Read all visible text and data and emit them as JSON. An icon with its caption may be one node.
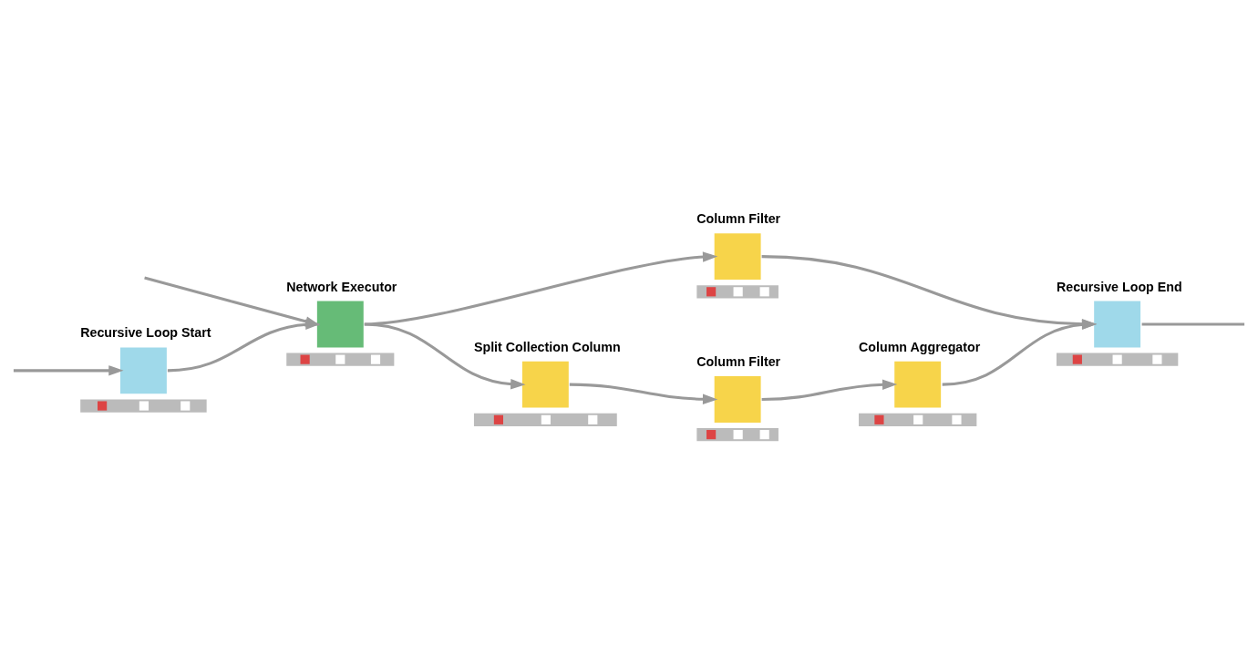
{
  "diagram": {
    "nodes": [
      {
        "text": [
          "Recursive Loop Start"
        ]
      },
      {
        "text": [
          "Network Executor"
        ]
      },
      {
        "text": [
          "Column Filter"
        ]
      },
      {
        "text": [
          "Split Collection Column"
        ]
      },
      {
        "text": [
          "Column Filter"
        ]
      },
      {
        "text": [
          "Column Aggregator"
        ]
      },
      {
        "text": [
          "Recursive Loop End"
        ]
      }
    ],
    "edges": [
      {
        "from": null,
        "to": 0,
        "arrow": "to"
      },
      {
        "from": null,
        "to": 1,
        "arrow": "to"
      },
      {
        "from": 0,
        "to": 1,
        "arrow": "to"
      },
      {
        "from": 1,
        "to": 2,
        "arrow": "to"
      },
      {
        "from": 1,
        "to": 3,
        "arrow": "to"
      },
      {
        "from": 3,
        "to": 4,
        "arrow": "to"
      },
      {
        "from": 4,
        "to": 5,
        "arrow": "to"
      },
      {
        "from": 2,
        "to": 6,
        "arrow": "to"
      },
      {
        "from": 5,
        "to": 6,
        "arrow": "to"
      },
      {
        "from": 6,
        "to": null,
        "arrow": "none"
      }
    ]
  }
}
